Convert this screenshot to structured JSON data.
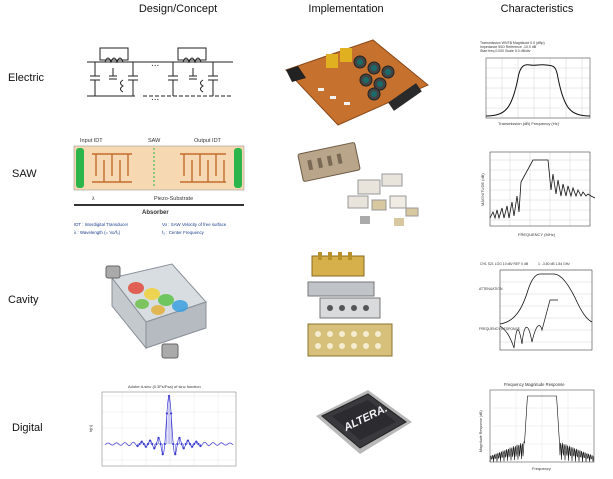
{
  "headers": {
    "design": "Design/Concept",
    "implementation": "Implementation",
    "characteristics": "Characteristics"
  },
  "rows": [
    {
      "label": "Electric"
    },
    {
      "label": "SAW"
    },
    {
      "label": "Cavity"
    },
    {
      "label": "Digital"
    }
  ],
  "saw_diagram": {
    "input_idt": "Input IDT",
    "saw": "SAW",
    "output_idt": "Output IDT",
    "substrate": "Piezo-Substrate",
    "absorber": "Absorber",
    "legend_idt": "IDT : Interdigital Transducer",
    "legend_vo": "Vo : SAW Velocity of free surface",
    "legend_lambda": "λ : Wavelength (= Vo/f₀)",
    "legend_fo": "f₀ : Center Frequency"
  },
  "digital_plot": {
    "title": "Adobe d-sinc (0.3Fs/Fsa) of sinc function",
    "ylabel": "h[n]"
  },
  "digital_chip": {
    "brand": "ALTERA."
  },
  "saw_plot": {
    "ylabel": "MAGNITUDE (dB)",
    "xlabel": "FREQUENCY (MHz)"
  },
  "electric_plot": {
    "xlabel": "Transmission (dB)    Frequency (Hz)"
  },
  "cavity_plot": {
    "y1": "ATTENUATION",
    "y2": "FREQUENCY RESPONSE"
  },
  "digital_resp": {
    "title": "Frequency Magnitude Response",
    "xlabel": "Frequency",
    "ylabel": "Magnitude Response (dB)"
  }
}
